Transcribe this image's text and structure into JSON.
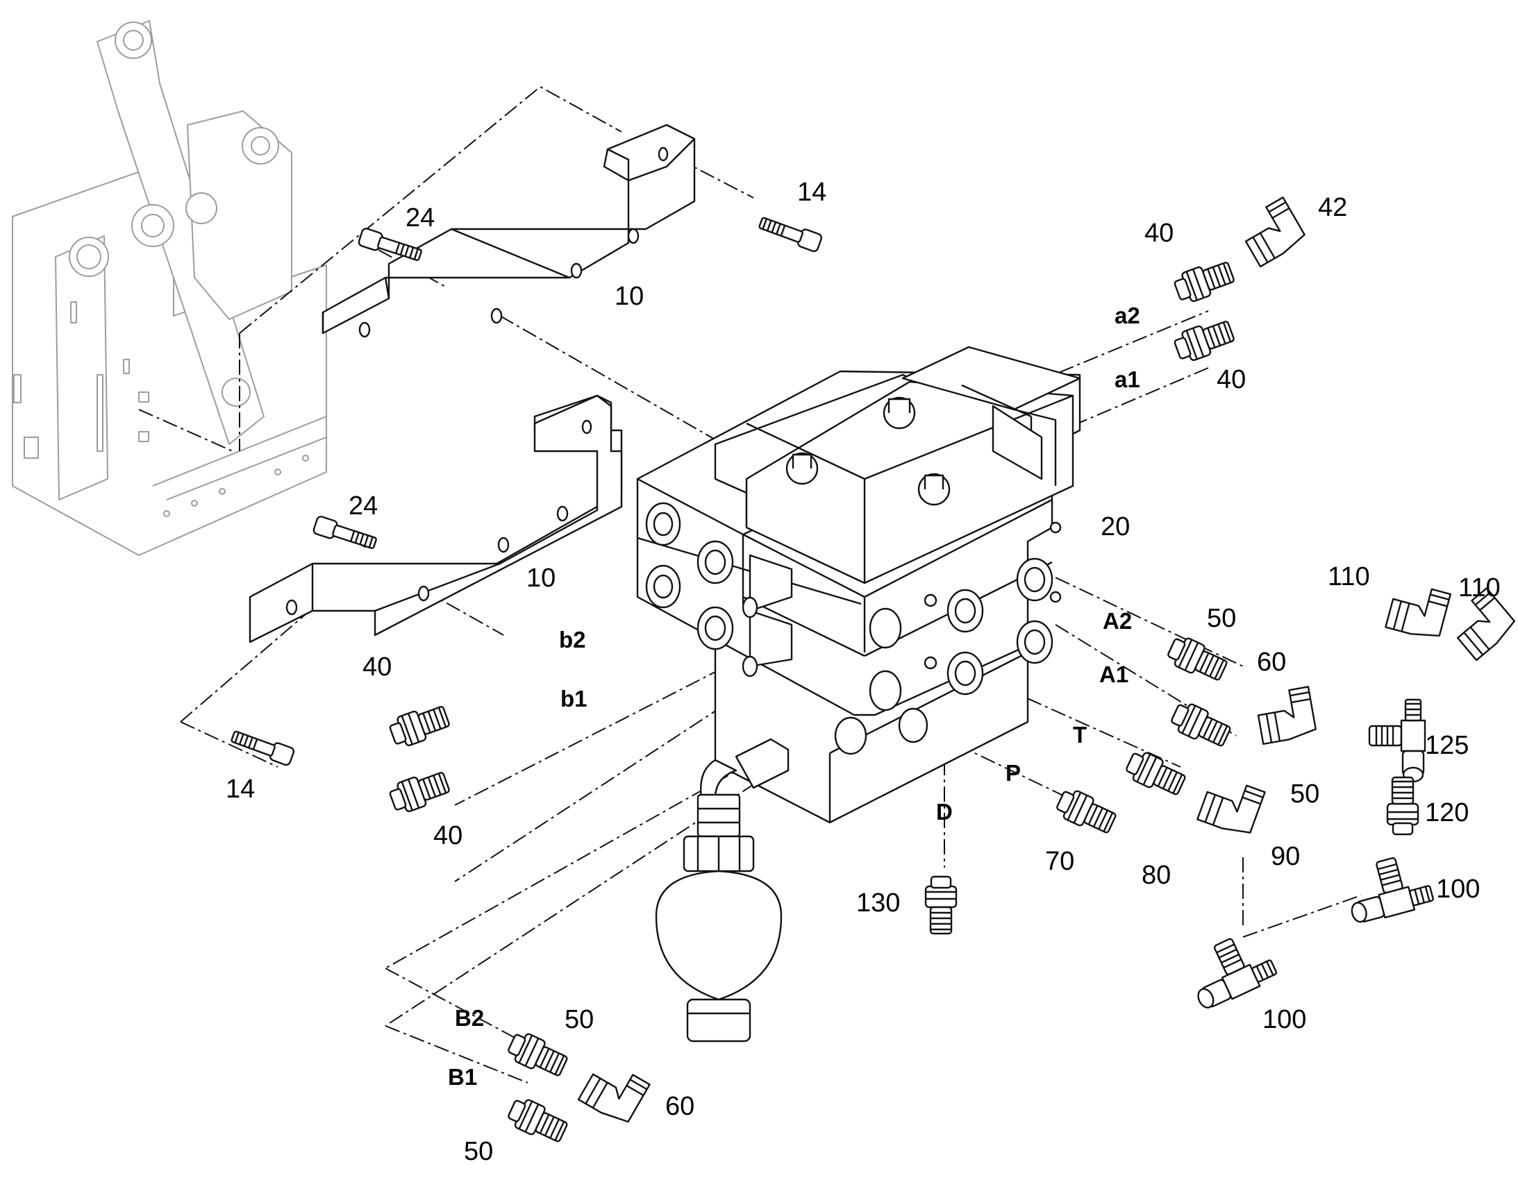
{
  "diagram": {
    "part_labels": {
      "p10_upper": "10",
      "p10_lower": "10",
      "p14_upper": "14",
      "p14_lower": "14",
      "p24_upper": "24",
      "p24_lower": "24",
      "p20": "20",
      "p40_a2": "40",
      "p40_a1": "40",
      "p40_b2": "40",
      "p40_b1": "40",
      "p42": "42",
      "p50_A2": "50",
      "p50_A1": "50",
      "p50_B2": "50",
      "p50_B1": "50",
      "p60_right": "60",
      "p60_left": "60",
      "p70": "70",
      "p80": "80",
      "p90": "90",
      "p100_right": "100",
      "p100_bottom": "100",
      "p110_left": "110",
      "p110_right": "110",
      "p120": "120",
      "p125": "125",
      "p130": "130"
    },
    "port_labels": {
      "a2": "a2",
      "a1": "a1",
      "b2": "b2",
      "b1": "b1",
      "A2": "A2",
      "A1": "A1",
      "B2": "B2",
      "B1": "B1",
      "T": "T",
      "P": "P",
      "D": "D"
    }
  }
}
